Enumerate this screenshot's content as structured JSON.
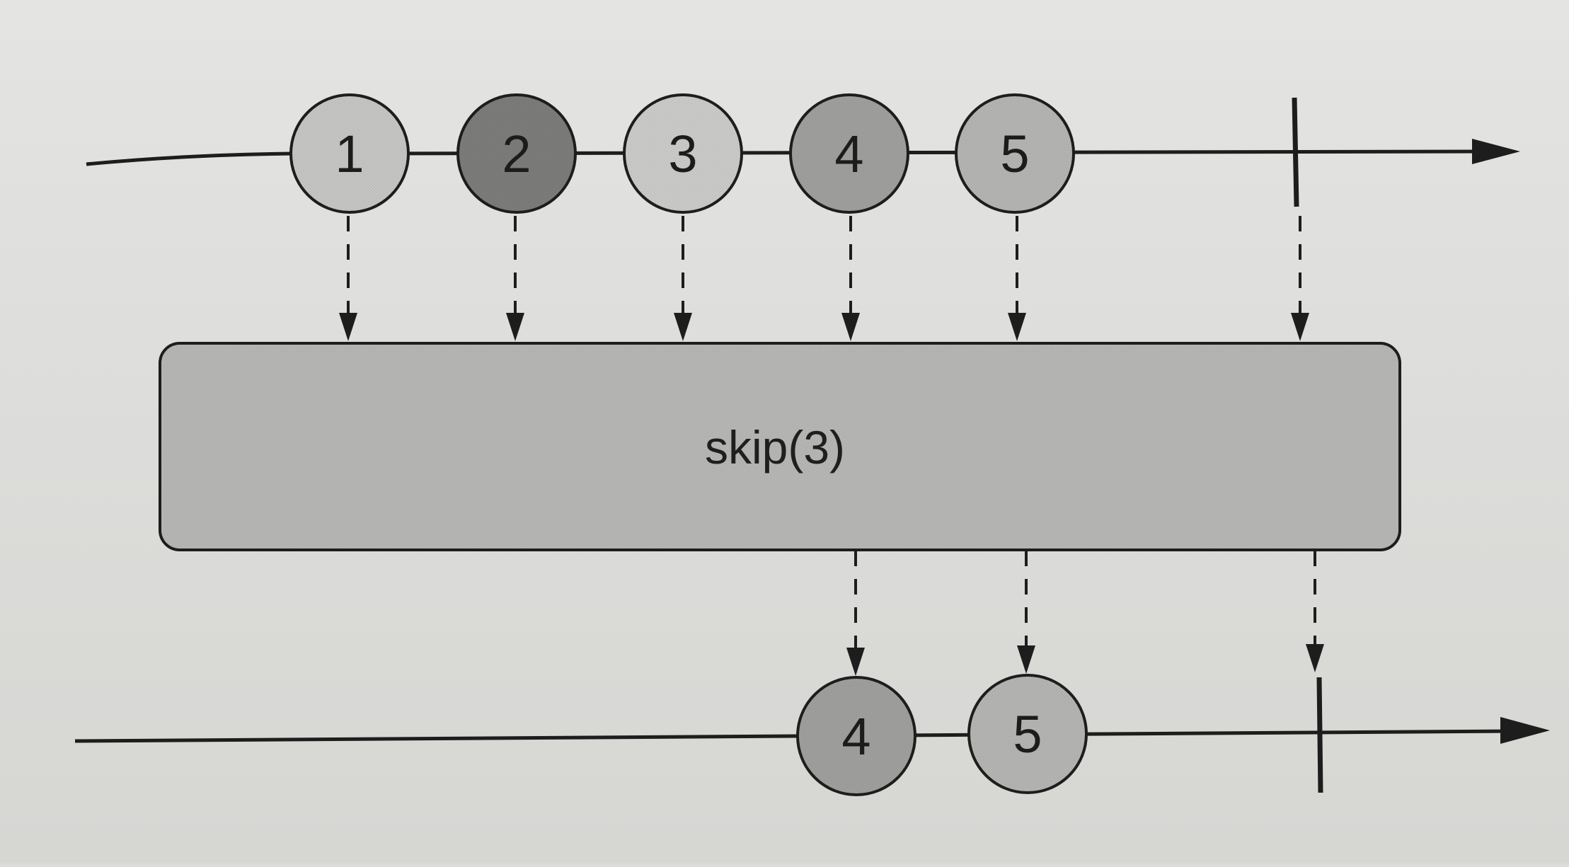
{
  "diagram": {
    "operator_label": "skip(3)",
    "input_marbles": [
      {
        "label": "1",
        "fill": "#c4c4c2"
      },
      {
        "label": "2",
        "fill": "#7b7b79"
      },
      {
        "label": "3",
        "fill": "#c9c9c7"
      },
      {
        "label": "4",
        "fill": "#9e9e9c"
      },
      {
        "label": "5",
        "fill": "#b3b3b1"
      }
    ],
    "output_marbles": [
      {
        "label": "4",
        "fill": "#9e9e9c"
      },
      {
        "label": "5",
        "fill": "#b3b3b1"
      }
    ],
    "colors": {
      "line": "#1d1d1d",
      "operator_fill": "#b5b5b3",
      "background": "#dededc"
    }
  }
}
